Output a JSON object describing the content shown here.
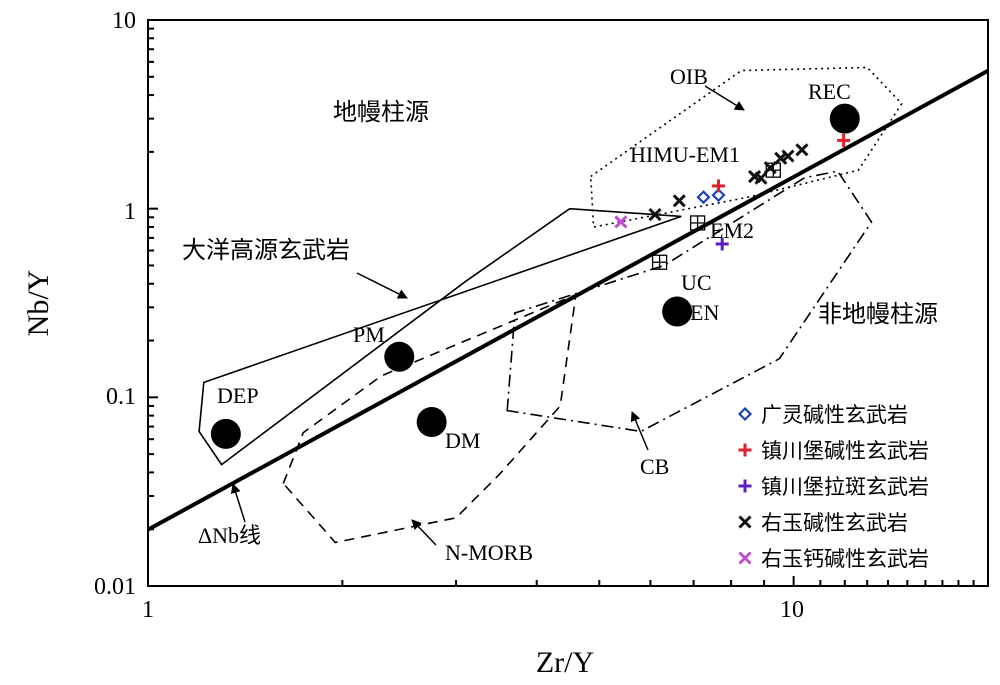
{
  "chart_data": {
    "type": "scatter",
    "xlabel": "Zr/Y",
    "ylabel": "Nb/Y",
    "xscale": "log",
    "yscale": "log",
    "xlim": [
      1,
      20
    ],
    "ylim": [
      0.01,
      10
    ],
    "x_ticks": [
      1,
      10
    ],
    "x_tick_labels": [
      "1",
      "10"
    ],
    "y_ticks": [
      0.01,
      0.1,
      1,
      10
    ],
    "y_tick_labels": [
      "0.01",
      "0.1",
      "1",
      "10"
    ],
    "grid": false,
    "legend_position": "bottom-right",
    "reference_components": [
      {
        "label": "DEP",
        "x": 1.32,
        "y": 0.064
      },
      {
        "label": "PM",
        "x": 2.45,
        "y": 0.164
      },
      {
        "label": "DM",
        "x": 2.75,
        "y": 0.074
      },
      {
        "label": "EN",
        "x": 6.6,
        "y": 0.285
      },
      {
        "label": "REC",
        "x": 12.0,
        "y": 3.0
      }
    ],
    "boxed_points": [
      {
        "label": "UC",
        "x": 6.2,
        "y": 0.52
      },
      {
        "label": "EM2",
        "x": 7.1,
        "y": 0.84
      },
      {
        "label": "HIMU-EM1",
        "x": 9.3,
        "y": 1.6
      }
    ],
    "series": [
      {
        "name": "广灵碱性玄武岩",
        "marker": "diamond",
        "color": "#1f3fbf",
        "x": [
          7.25,
          7.65
        ],
        "y": [
          1.15,
          1.18
        ]
      },
      {
        "name": "镇川堡碱性玄武岩",
        "marker": "plus",
        "color": "#e0202a",
        "x": [
          7.65,
          11.95
        ],
        "y": [
          1.32,
          2.3
        ]
      },
      {
        "name": "镇川堡拉斑玄武岩",
        "marker": "plus",
        "color": "#5a1fbf",
        "x": [
          7.75
        ],
        "y": [
          0.65
        ]
      },
      {
        "name": "右玉碱性玄武岩",
        "marker": "x",
        "color": "#111111",
        "x": [
          6.1,
          6.65,
          8.7,
          8.9,
          9.2,
          9.55,
          9.8,
          10.3
        ],
        "y": [
          0.93,
          1.1,
          1.48,
          1.45,
          1.65,
          1.85,
          1.9,
          2.05
        ]
      },
      {
        "name": "右玉钙碱性玄武岩",
        "marker": "x",
        "color": "#c050d0",
        "x": [
          5.4
        ],
        "y": [
          0.85
        ]
      }
    ],
    "delta_nb_line": {
      "x": [
        1,
        20
      ],
      "y": [
        0.0199,
        5.38
      ]
    },
    "fields": [
      {
        "name": "大洋高源玄武岩",
        "style": "solid",
        "points": [
          [
            1.2,
            0.066
          ],
          [
            1.3,
            0.044
          ],
          [
            3.1,
            0.41
          ],
          [
            4.5,
            1.0
          ],
          [
            6.7,
            0.91
          ],
          [
            1.22,
            0.12
          ]
        ]
      },
      {
        "name": "OIB",
        "style": "dotted",
        "points": [
          [
            4.85,
            1.48
          ],
          [
            8.3,
            5.4
          ],
          [
            13.0,
            5.6
          ],
          [
            14.7,
            3.6
          ],
          [
            12.6,
            1.6
          ],
          [
            8.5,
            1.15
          ],
          [
            4.9,
            0.8
          ]
        ]
      },
      {
        "name": "N-MORB",
        "style": "dashed",
        "points": [
          [
            1.62,
            0.035
          ],
          [
            1.74,
            0.065
          ],
          [
            2.3,
            0.13
          ],
          [
            4.6,
            0.35
          ],
          [
            4.35,
            0.09
          ],
          [
            3.5,
            0.039
          ],
          [
            3.0,
            0.023
          ],
          [
            1.95,
            0.017
          ]
        ]
      },
      {
        "name": "CB",
        "style": "dashdot",
        "points": [
          [
            3.6,
            0.085
          ],
          [
            3.7,
            0.28
          ],
          [
            6.3,
            0.5
          ],
          [
            10.4,
            1.46
          ],
          [
            11.7,
            1.58
          ],
          [
            13.2,
            0.85
          ],
          [
            9.5,
            0.16
          ],
          [
            5.8,
            0.066
          ]
        ]
      }
    ]
  },
  "annotations": {
    "plume_source": "地幔柱源",
    "nonplume_source": "非地幔柱源",
    "ocean_plateau": "大洋高源玄武岩",
    "oib": "OIB",
    "himu_em1": "HIMU-EM1",
    "em2": "EM2",
    "uc": "UC",
    "en": "EN",
    "rec": "REC",
    "pm": "PM",
    "dep": "DEP",
    "dm": "DM",
    "cb": "CB",
    "nmorb": "N-MORB",
    "delta_nb": "ΔNb线"
  },
  "colors": {
    "axis": "#000000",
    "guangling_alkali": "#1f3fbf",
    "zhenchuanpu_alkali": "#e0202a",
    "zhenchuanpu_tholeiite": "#5a1fbf",
    "youyu_alkali": "#111111",
    "youyu_calcalkaline": "#c050d0"
  }
}
